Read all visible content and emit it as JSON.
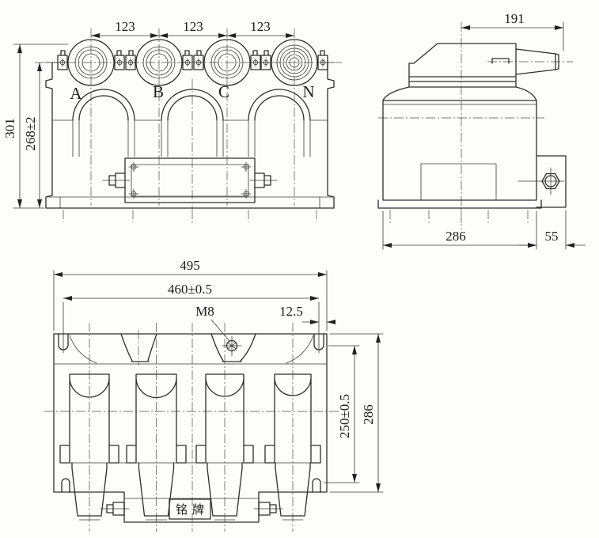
{
  "drawing_type": "technical-outline-drawing-three-views",
  "colors": {
    "line": "#2e2e2e",
    "background": "#fdfdfc"
  },
  "front_view": {
    "phase_labels": [
      "A",
      "B",
      "C",
      "N"
    ],
    "dims": {
      "spacing_ab": "123",
      "spacing_bc": "123",
      "spacing_cn": "123",
      "height_overall": "301",
      "height_body": "268±2"
    }
  },
  "side_view": {
    "dims": {
      "bushing_reach": "191",
      "body_depth": "286",
      "bracket_width": "55"
    }
  },
  "bottom_view": {
    "dims": {
      "width_overall": "495",
      "mounting_span": "460±0.5",
      "slot_offset": "12.5",
      "mounting_depth": "250±0.5",
      "depth_overall": "286"
    },
    "thread_label": "M8",
    "nameplate_label": "铭牌"
  }
}
